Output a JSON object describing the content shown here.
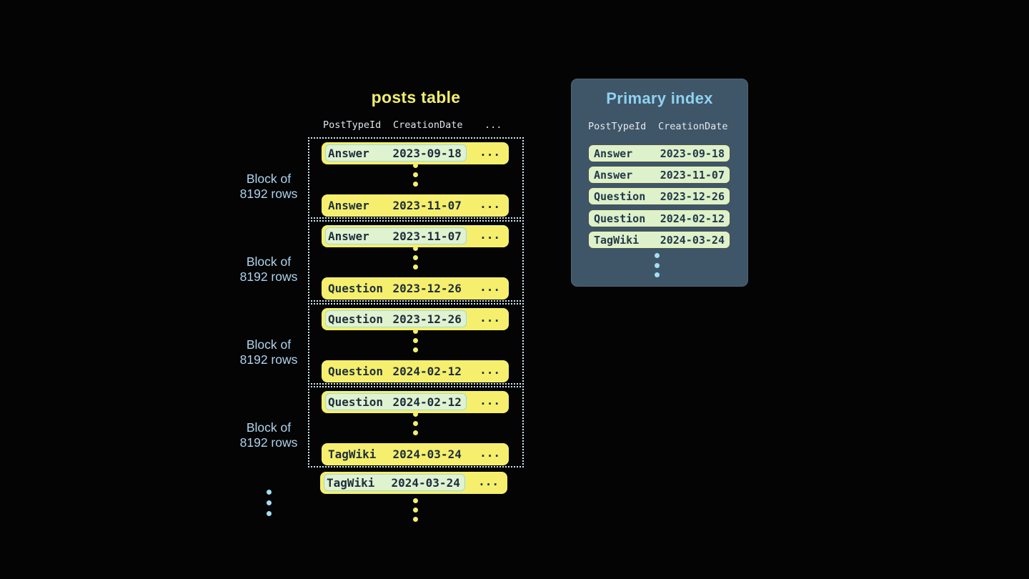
{
  "colors": {
    "background": "#040404",
    "row_yellow": "#f5ef6d",
    "row_text": "#1f2e3c",
    "highlight_fill": "#dff3d1",
    "highlight_border": "#a0d8e4",
    "block_dotted_border": "#cfeaf4",
    "block_label_blue": "#aed3ee",
    "panel_background": "#3f5568",
    "panel_title_blue": "#8ed2f0",
    "header_text": "#dde5e8",
    "index_pill_fill": "#ddf1cb",
    "index_pill_border": "#f1f0a2",
    "dot_blue": "#a5def2"
  },
  "posts_table": {
    "title": "posts table",
    "columns": [
      "PostTypeId",
      "CreationDate",
      "..."
    ],
    "row_ellipsis": "...",
    "blocks": [
      {
        "label_line1": "Block of",
        "label_line2": "8192 rows",
        "first_row": {
          "type": "Answer",
          "date": "2023-09-18"
        },
        "last_row": {
          "type": "Answer",
          "date": "2023-11-07"
        }
      },
      {
        "label_line1": "Block of",
        "label_line2": "8192 rows",
        "first_row": {
          "type": "Answer",
          "date": "2023-11-07"
        },
        "last_row": {
          "type": "Question",
          "date": "2023-12-26"
        }
      },
      {
        "label_line1": "Block of",
        "label_line2": "8192 rows",
        "first_row": {
          "type": "Question",
          "date": "2023-12-26"
        },
        "last_row": {
          "type": "Question",
          "date": "2024-02-12"
        }
      },
      {
        "label_line1": "Block of",
        "label_line2": "8192 rows",
        "first_row": {
          "type": "Question",
          "date": "2024-02-12"
        },
        "last_row": {
          "type": "TagWiki",
          "date": "2024-03-24"
        }
      }
    ],
    "overflow_row": {
      "type": "TagWiki",
      "date": "2024-03-24"
    }
  },
  "primary_index": {
    "title": "Primary index",
    "columns": [
      "PostTypeId",
      "CreationDate"
    ],
    "rows": [
      {
        "type": "Answer",
        "date": "2023-09-18"
      },
      {
        "type": "Answer",
        "date": "2023-11-07"
      },
      {
        "type": "Question",
        "date": "2023-12-26"
      },
      {
        "type": "Question",
        "date": "2024-02-12"
      },
      {
        "type": "TagWiki",
        "date": "2024-03-24"
      }
    ]
  }
}
